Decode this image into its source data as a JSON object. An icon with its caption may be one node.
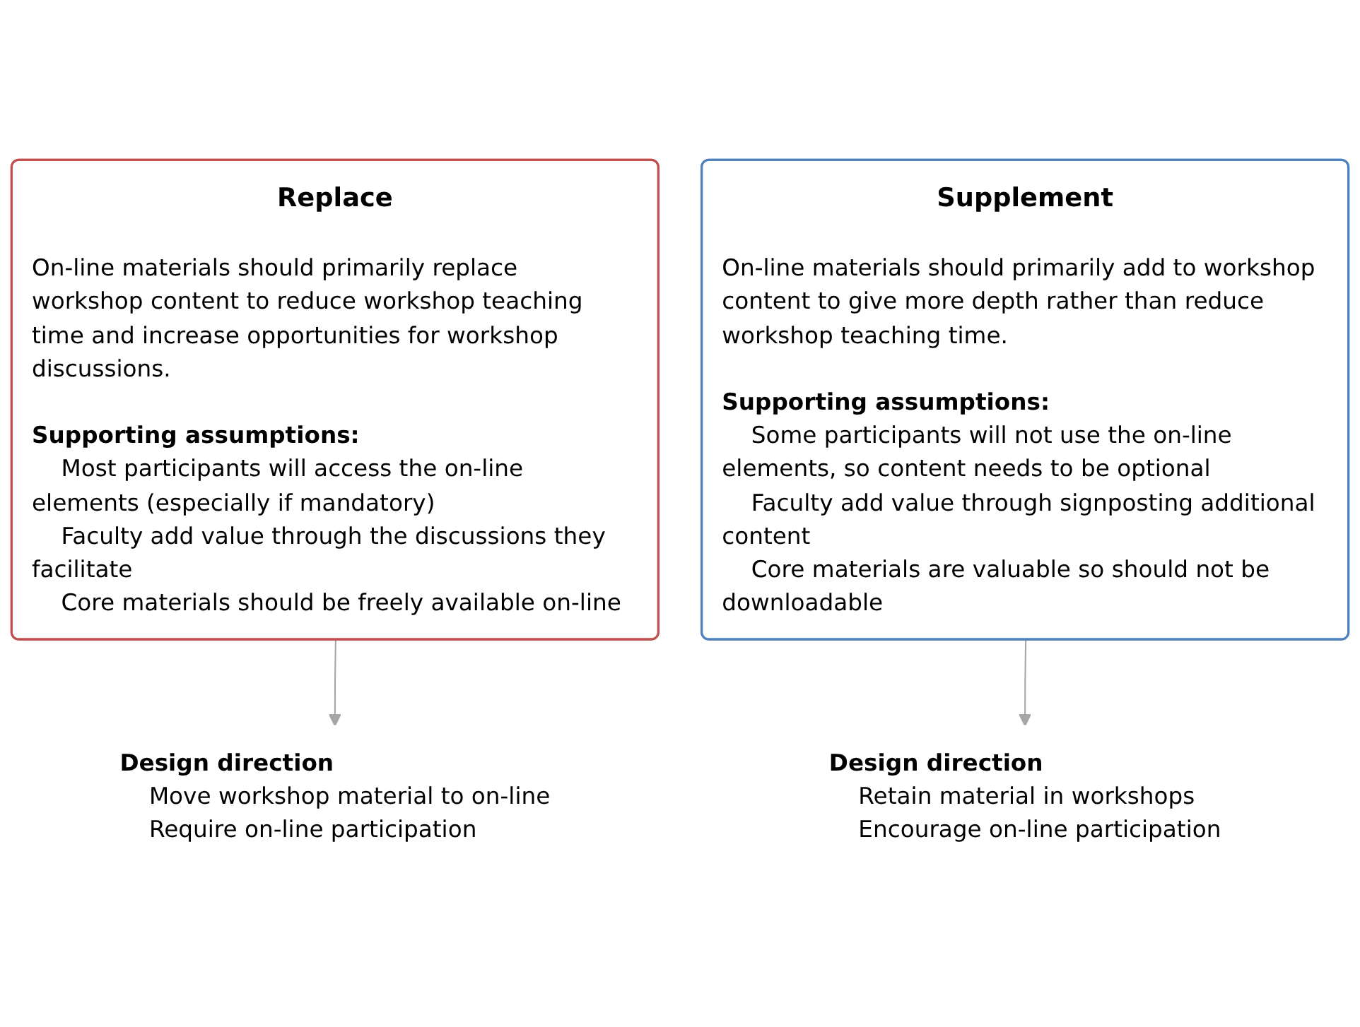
{
  "diagram": {
    "nodes": [
      {
        "text": [
          "Replace",
          "On-line materials should primarily replace workshop content to reduce workshop teaching time and increase opportunities for workshop discussions.",
          "Supporting assumptions:",
          "Most participants will access the on-line elements (especially if mandatory)",
          "Faculty add value through the discussions they facilitate",
          "Core materials should be freely available on-line"
        ]
      },
      {
        "text": [
          "Supplement",
          "On-line materials should primarily add to workshop content to give more depth rather than reduce workshop teaching time.",
          "Supporting assumptions:",
          "Some participants will not use the on-line elements, so content needs to be optional",
          "Faculty add value through signposting additional content",
          "Core materials are valuable so should not be downloadable"
        ]
      },
      {
        "text": [
          "Design direction",
          "Move workshop material to on-line",
          "Require on-line participation"
        ]
      },
      {
        "text": [
          "Design direction",
          "Retain material in workshops",
          "Encourage on-line participation"
        ]
      }
    ],
    "edges": [
      {
        "from": 0,
        "to": 2,
        "arrow": "to"
      },
      {
        "from": 1,
        "to": 3,
        "arrow": "to"
      }
    ]
  }
}
